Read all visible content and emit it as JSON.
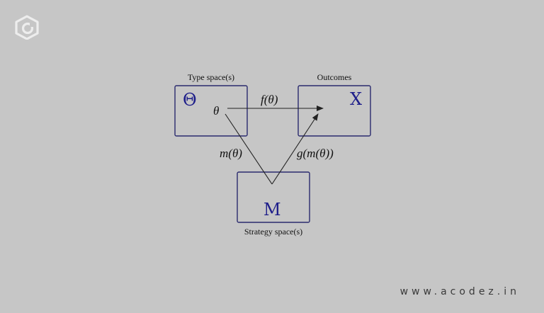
{
  "colors": {
    "background": "#c6c6c6",
    "box_border": "#2a2a6e",
    "symbol": "#1e1e8a",
    "text": "#111111",
    "logo": "#ededed"
  },
  "logo": {
    "icon": "acodez-logo-icon"
  },
  "diagram": {
    "type_space": {
      "caption": "Type space(s)",
      "symbol": "Θ",
      "element": "θ"
    },
    "outcomes": {
      "caption": "Outcomes",
      "symbol": "X"
    },
    "strategy_space": {
      "caption": "Strategy space(s)",
      "symbol": "M"
    },
    "arrows": {
      "f": "f(θ)",
      "m": "m(θ)",
      "g": "g(m(θ))"
    }
  },
  "watermark": {
    "text": "www.acodez.in"
  }
}
